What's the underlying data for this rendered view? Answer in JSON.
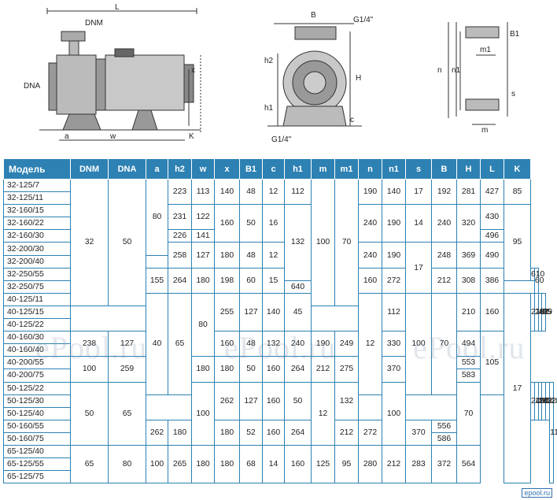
{
  "drawing_labels": {
    "L": "L",
    "DNM": "DNM",
    "DNA": "DNA",
    "x": "x",
    "a": "a",
    "w": "w",
    "K": "K",
    "B": "B",
    "G_top": "G1/4\"",
    "G_bottom": "G1/4\"",
    "h2": "h2",
    "h1": "h1",
    "H": "H",
    "c": "c",
    "B1": "B1",
    "m1": "m1",
    "n": "n",
    "n1": "n1",
    "s": "s",
    "m": "m"
  },
  "table": {
    "headers": [
      "Модель",
      "DNM",
      "DNA",
      "a",
      "h2",
      "w",
      "x",
      "B1",
      "c",
      "h1",
      "m",
      "m1",
      "n",
      "n1",
      "s",
      "B",
      "H",
      "L",
      "K"
    ]
  },
  "watermark": "ePool.ru",
  "logo": "epool.ru",
  "colors": {
    "header_bg": "#2d81b3",
    "grid": "#2d81b3"
  }
}
